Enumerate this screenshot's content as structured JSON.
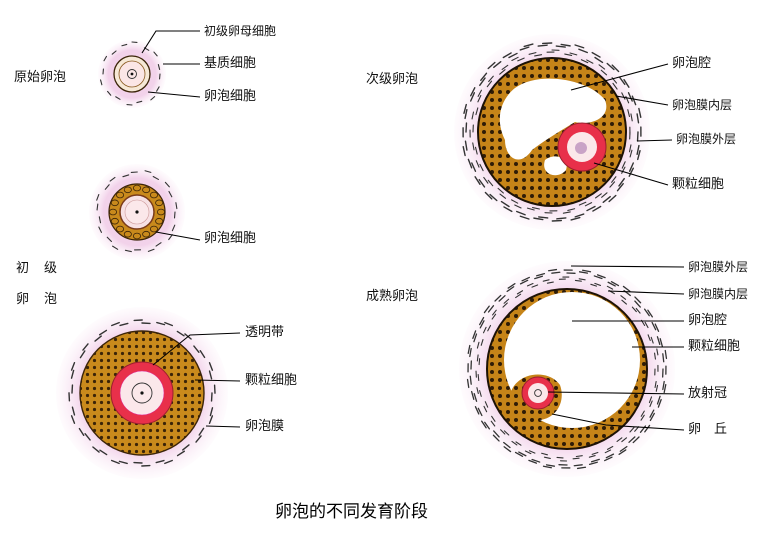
{
  "caption": "卵泡的不同发育阶段",
  "stages": {
    "primordial": "原始卵泡",
    "primary_char1": "初",
    "primary_char2": "级",
    "primary_char3": "卵",
    "primary_char4": "泡",
    "secondary": "次级卵泡",
    "mature": "成熟卵泡"
  },
  "labels": {
    "primary_oocyte": "初级卵母细胞",
    "stromal_cell": "基质细胞",
    "follicular_cell_1": "卵泡细胞",
    "follicular_cell_2": "卵泡细胞",
    "zona_pellucida": "透明带",
    "granulosa_1": "颗粒细胞",
    "follicle_membrane": "卵泡膜",
    "antrum_1": "卵泡腔",
    "theca_interna_1": "卵泡膜内层",
    "theca_externa_1": "卵泡膜外层",
    "granulosa_2": "颗粒细胞",
    "theca_externa_2": "卵泡膜外层",
    "theca_interna_2": "卵泡膜内层",
    "antrum_2": "卵泡腔",
    "granulosa_3": "颗粒细胞",
    "corona_radiata": "放射冠",
    "cumulus": "卵　丘"
  },
  "colors": {
    "halo": "#f3d6ec",
    "granulosa": "#c98a1c",
    "granulosa_dark": "#3b2408",
    "zona": "#e8304a",
    "oocyte": "#fbe8ea",
    "nucleus": "#c9a3c6",
    "dash": "#333333"
  }
}
